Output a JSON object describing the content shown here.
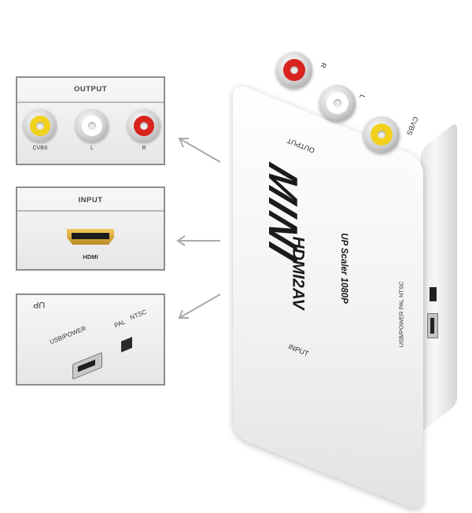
{
  "panels": {
    "output": {
      "title": "OUTPUT",
      "jacks": [
        {
          "label": "CVBS",
          "color": "#f2d11d"
        },
        {
          "label": "L",
          "color": "#ffffff"
        },
        {
          "label": "R",
          "color": "#d8231f"
        }
      ]
    },
    "input": {
      "title": "INPUT",
      "port_label": "HDMI"
    },
    "side": {
      "top_text": "UP",
      "usb_label": "USB/POWER",
      "pal_label": "PAL",
      "ntsc_label": "NTSC"
    }
  },
  "device": {
    "logo": "MINI",
    "model": "HDMI2AV",
    "subtitle": "UP Scaler 1080P",
    "output_label": "OUTPUT",
    "input_label": "INPUT",
    "top_jacks": [
      {
        "label": "R",
        "color": "#d8231f"
      },
      {
        "label": "L",
        "color": "#ffffff"
      },
      {
        "label": "CVBS",
        "color": "#f2d11d"
      }
    ],
    "side_label": "USB/POWER  PAL  NTSC"
  },
  "colors": {
    "arrow": "#a9a9a9",
    "panel_border": "#8d8d8d"
  }
}
